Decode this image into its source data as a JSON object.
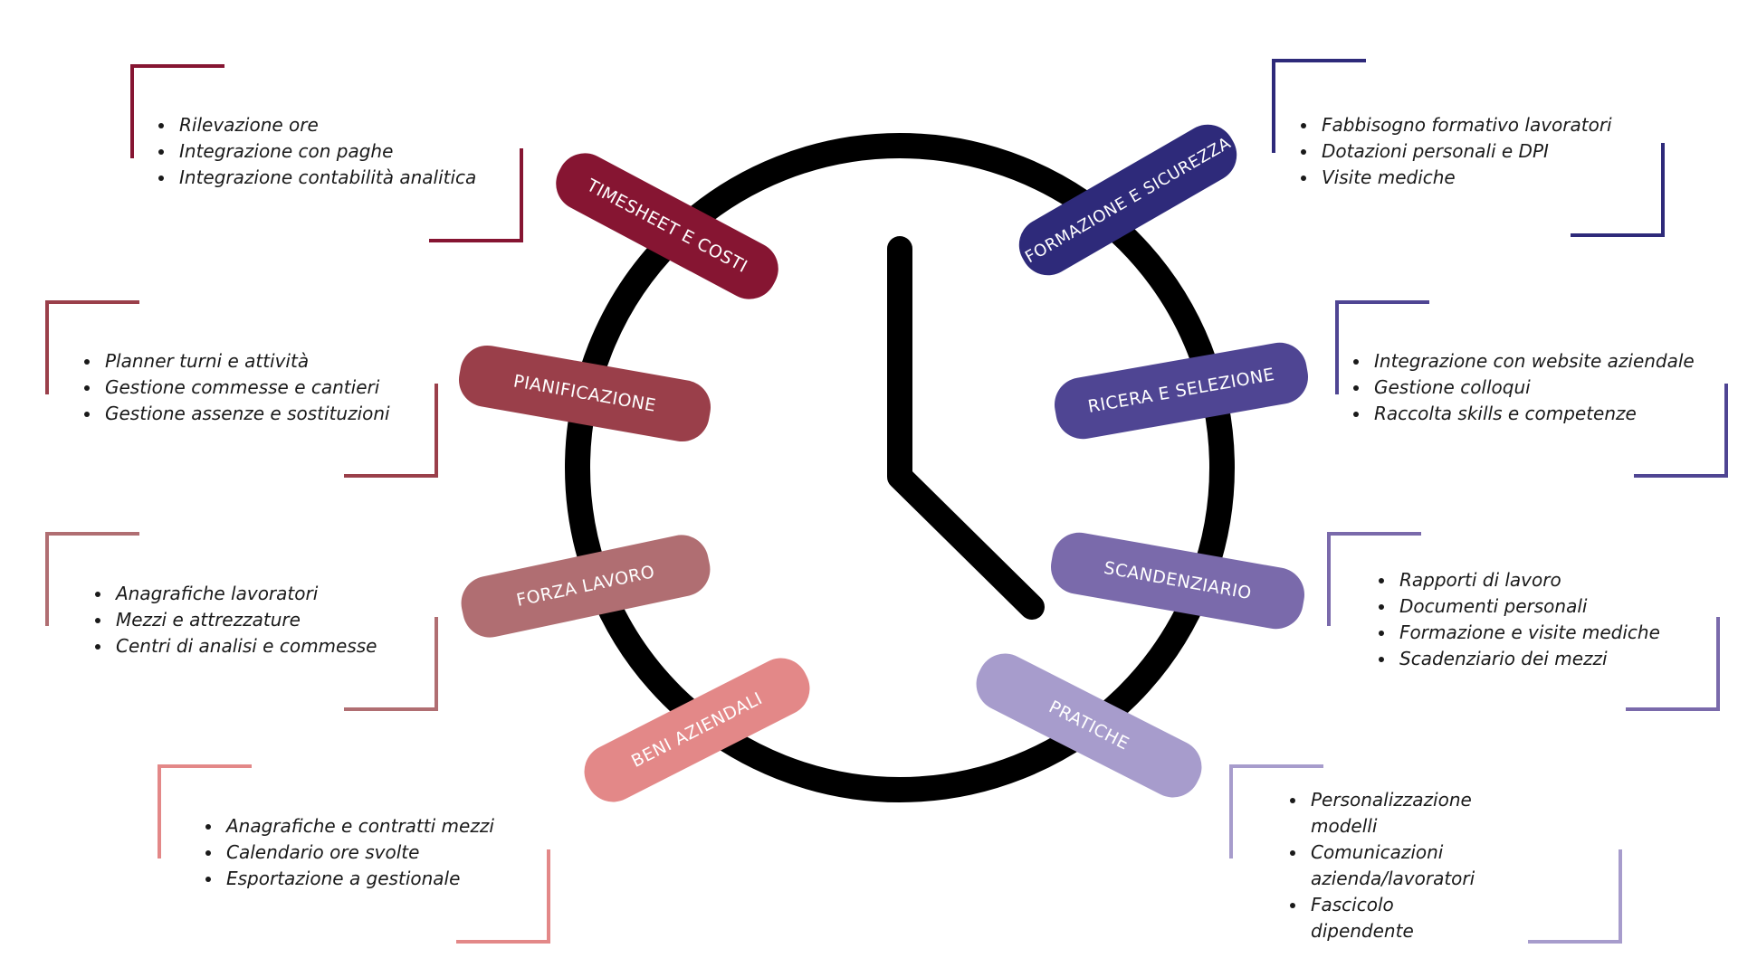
{
  "colors": {
    "clock": "#000000",
    "timesheet": "#861532",
    "pianificazione": "#9a3f4a",
    "forza_lavoro": "#b06e72",
    "beni_aziendali": "#e38888",
    "formazione": "#2e2a7a",
    "ricerca": "#4f4593",
    "scadenziario": "#7a6aab",
    "pratiche": "#a79ccc"
  },
  "clock": {
    "icon": "clock-icon"
  },
  "categories": {
    "timesheet": {
      "label": "TIMESHEET E COSTI",
      "items": [
        "Rilevazione ore",
        "Integrazione con paghe",
        "Integrazione contabilità analitica"
      ]
    },
    "pianificazione": {
      "label": "PIANIFICAZIONE",
      "items": [
        "Planner turni e attività",
        "Gestione commesse e cantieri",
        "Gestione assenze e sostituzioni"
      ]
    },
    "forza_lavoro": {
      "label": "FORZA LAVORO",
      "items": [
        "Anagrafiche lavoratori",
        "Mezzi e attrezzature",
        "Centri di analisi e commesse"
      ]
    },
    "beni_aziendali": {
      "label": "BENI AZIENDALI",
      "items": [
        "Anagrafiche e contratti mezzi",
        "Calendario ore svolte",
        "Esportazione a gestionale"
      ]
    },
    "formazione": {
      "label": "FORMAZIONE E SICUREZZA",
      "items": [
        "Fabbisogno formativo lavoratori",
        "Dotazioni personali e DPI",
        "Visite mediche"
      ]
    },
    "ricerca": {
      "label": "RICERA E SELEZIONE",
      "items": [
        "Integrazione con website aziendale",
        "Gestione colloqui",
        "Raccolta skills e competenze"
      ]
    },
    "scadenziario": {
      "label": "SCANDENZIARIO",
      "items": [
        "Rapporti di lavoro",
        "Documenti personali",
        "Formazione e visite mediche",
        "Scadenziario dei mezzi"
      ]
    },
    "pratiche": {
      "label": "PRATICHE",
      "items": [
        "Personalizzazione modelli",
        "Comunicazioni azienda/lavoratori",
        "Fascicolo dipendente"
      ]
    }
  }
}
